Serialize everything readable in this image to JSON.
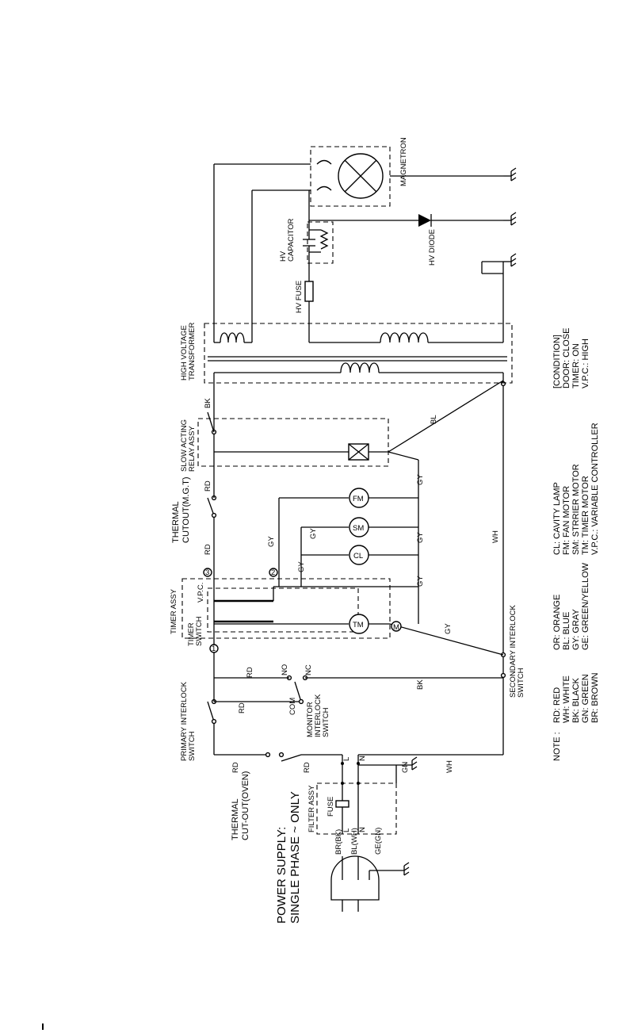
{
  "power_supply": {
    "line1": "POWER SUPPLY:",
    "line2": "SINGLE PHASE ~ ONLY"
  },
  "plug_wires": {
    "br": "BR(BK)",
    "bl": "BL(WH)",
    "ge": "GE(GN)"
  },
  "filter": {
    "title": "FILTER ASSY",
    "fuse": "FUSE",
    "l": "L",
    "n": "N",
    "gn": "GN"
  },
  "thermal_oven": {
    "line1": "THERMAL",
    "line2": "CUT-OUT(OVEN)"
  },
  "primary_interlock": {
    "line1": "PRIMARY INTERLOCK",
    "line2": "SWITCH"
  },
  "monitor_switch": {
    "line1": "MONITOR",
    "line2": "INTERLOCK",
    "line3": "SWITCH",
    "com": "COM",
    "no": "NO",
    "nc": "NC"
  },
  "secondary_interlock": {
    "line1": "SECONDARY INTERLOCK",
    "line2": "SWITCH"
  },
  "timer": {
    "assy": "TIMER ASSY",
    "switch_l1": "TIMER",
    "switch_l2": "SWITCH",
    "vpc": "V.P.C.",
    "t1": "1",
    "t2": "2",
    "t3": "3",
    "tm": "TM",
    "m": "M"
  },
  "thermal_mgt": {
    "line1": "THERMAL",
    "line2": "CUTOUT(M.G.T)"
  },
  "relay": {
    "line1": "SLOW ACTING",
    "line2": "RELAY ASSY"
  },
  "transformer": {
    "line1": "HIGH VOLTAGE",
    "line2": "TRANSFORMER"
  },
  "hv_fuse": "HV FUSE",
  "hv_capacitor": {
    "line1": "HV",
    "line2": "CAPACITOR"
  },
  "hv_diode": "HV DIODE",
  "magnetron": "MAGNETRON",
  "loads": {
    "cl": "CL",
    "sm": "SM",
    "fm": "FM"
  },
  "wire_labels": {
    "rd": "RD",
    "wh": "WH",
    "bk": "BK",
    "gy": "GY",
    "bl": "BL"
  },
  "note": {
    "title": "NOTE :",
    "col1": [
      "RD: RED",
      "WH: WHITE",
      "BK: BLACK",
      "GN: GREEN",
      "BR: BROWN"
    ],
    "col2": [
      "OR: ORANGE",
      "BL: BLUE",
      "GY: GRAY",
      "GE: GREEN/YELLOW"
    ],
    "col3": [
      "CL: CAVITY LAMP",
      "FM: FAN MOTOR",
      "SM: STRRIER MOTOR",
      "TM: TIMER MOTOR",
      "V.P.C.: VARIABLE CONTROLLER"
    ]
  },
  "condition": [
    "[CONDITION]",
    "DOOR: CLOSE",
    "TIMER: ON",
    "V.P.C.: HIGH"
  ]
}
